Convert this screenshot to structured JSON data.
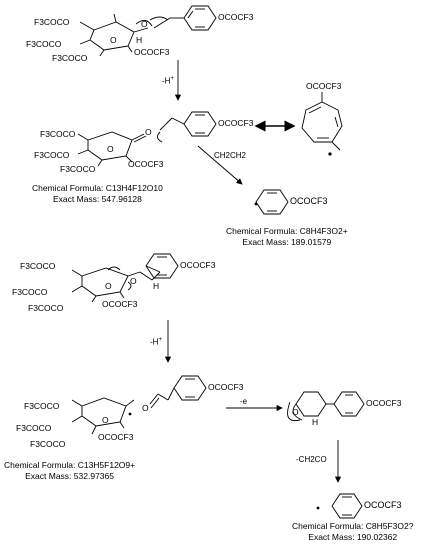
{
  "groups": {
    "f3coco": "F3COCO",
    "f3cocoo": "F3COCO",
    "ococf3": "OCOCF3",
    "h": "H",
    "o": "O"
  },
  "reagents": {
    "step1": "-H",
    "step1_sup": "+",
    "step2": "CH2CH2",
    "step3": "-H",
    "step3_sup": "+",
    "step4": "-e",
    "step5": "-CH2CO"
  },
  "captions": {
    "c1": {
      "formula_label": "Chemical Formula:",
      "formula": "C13H4F12O10",
      "mass_label": "Exact Mass:",
      "mass": "547.96128"
    },
    "c2": {
      "formula_label": "Chemical Formula:",
      "formula": "C8H4F3O2+",
      "mass_label": "Exact Mass:",
      "mass": "189.01579"
    },
    "c3": {
      "formula_label": "Chemical Formula:",
      "formula": "C13H5F12O9+",
      "mass_label": "Exact Mass:",
      "mass": "532.97365"
    },
    "c4": {
      "formula_label": "Chemical Formula:",
      "formula": "C8H5F3O2?",
      "mass_label": "Exact Mass:",
      "mass": "190.02362"
    }
  },
  "colors": {
    "ink": "#000000",
    "background": "#ffffff"
  }
}
